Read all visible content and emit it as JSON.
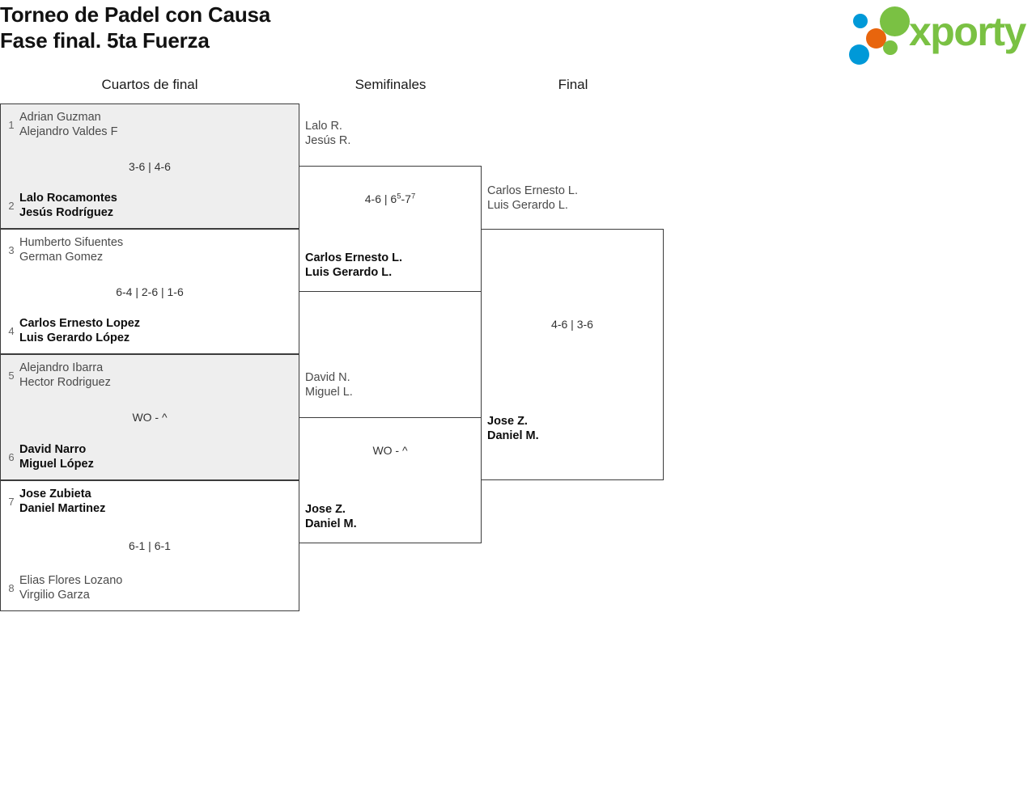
{
  "header": {
    "title_line1": "Torneo de Padel con Causa",
    "title_line2": "Fase final. 5ta Fuerza",
    "logo": {
      "wordmark": "xporty",
      "colors": {
        "green": "#7ac143",
        "blue": "#0099d8",
        "orange": "#e8650d",
        "text": "#7ac143"
      },
      "dots": [
        {
          "name": "blue-top",
          "color": "#0099d8"
        },
        {
          "name": "orange",
          "color": "#e8650d"
        },
        {
          "name": "blue-bottom",
          "color": "#0099d8"
        },
        {
          "name": "green-big",
          "color": "#7ac143"
        },
        {
          "name": "green-small",
          "color": "#7ac143"
        }
      ]
    }
  },
  "rounds": [
    {
      "label": "Cuartos de final"
    },
    {
      "label": "Semifinales"
    },
    {
      "label": "Final"
    }
  ],
  "bracket": {
    "quarterfinals": [
      {
        "shaded": true,
        "score": "3-6 | 4-6",
        "top": {
          "seed": "1",
          "p1": "Adrian Guzman",
          "p2": "Alejandro Valdes F",
          "winner": false
        },
        "bottom": {
          "seed": "2",
          "p1": "Lalo Rocamontes",
          "p2": "Jesús Rodríguez",
          "winner": true
        }
      },
      {
        "shaded": false,
        "score": "6-4 | 2-6 | 1-6",
        "top": {
          "seed": "3",
          "p1": "Humberto Sifuentes",
          "p2": "German Gomez",
          "winner": false
        },
        "bottom": {
          "seed": "4",
          "p1": "Carlos Ernesto Lopez",
          "p2": "Luis Gerardo López",
          "winner": true
        }
      },
      {
        "shaded": true,
        "score": "WO - ^",
        "top": {
          "seed": "5",
          "p1": "Alejandro Ibarra",
          "p2": "Hector Rodriguez",
          "winner": false
        },
        "bottom": {
          "seed": "6",
          "p1": "David Narro",
          "p2": "Miguel López",
          "winner": true
        }
      },
      {
        "shaded": false,
        "score": "6-1 | 6-1",
        "top": {
          "seed": "7",
          "p1": "Jose Zubieta",
          "p2": "Daniel Martinez",
          "winner": true
        },
        "bottom": {
          "seed": "8",
          "p1": "Elias Flores Lozano",
          "p2": "Virgilio Garza",
          "winner": false
        }
      }
    ],
    "semifinals": [
      {
        "score_main": "4-6 | 6",
        "score_sup1": "5",
        "score_mid": "-7",
        "score_sup2": "7",
        "score_plain": "4-6 | 6⁵-7⁷",
        "top": {
          "p1": "Lalo R.",
          "p2": "Jesús R.",
          "winner": false
        },
        "bottom": {
          "p1": "Carlos Ernesto L.",
          "p2": "Luis Gerardo L.",
          "winner": true
        }
      },
      {
        "score_plain": "WO - ^",
        "top": {
          "p1": "David N.",
          "p2": "Miguel L.",
          "winner": false
        },
        "bottom": {
          "p1": "Jose Z.",
          "p2": "Daniel M.",
          "winner": true
        }
      }
    ],
    "final": [
      {
        "score_plain": "4-6 | 3-6",
        "top": {
          "p1": "Carlos Ernesto L.",
          "p2": "Luis Gerardo L.",
          "winner": false
        },
        "bottom": {
          "p1": "Jose Z.",
          "p2": "Daniel M.",
          "winner": true
        }
      }
    ]
  }
}
